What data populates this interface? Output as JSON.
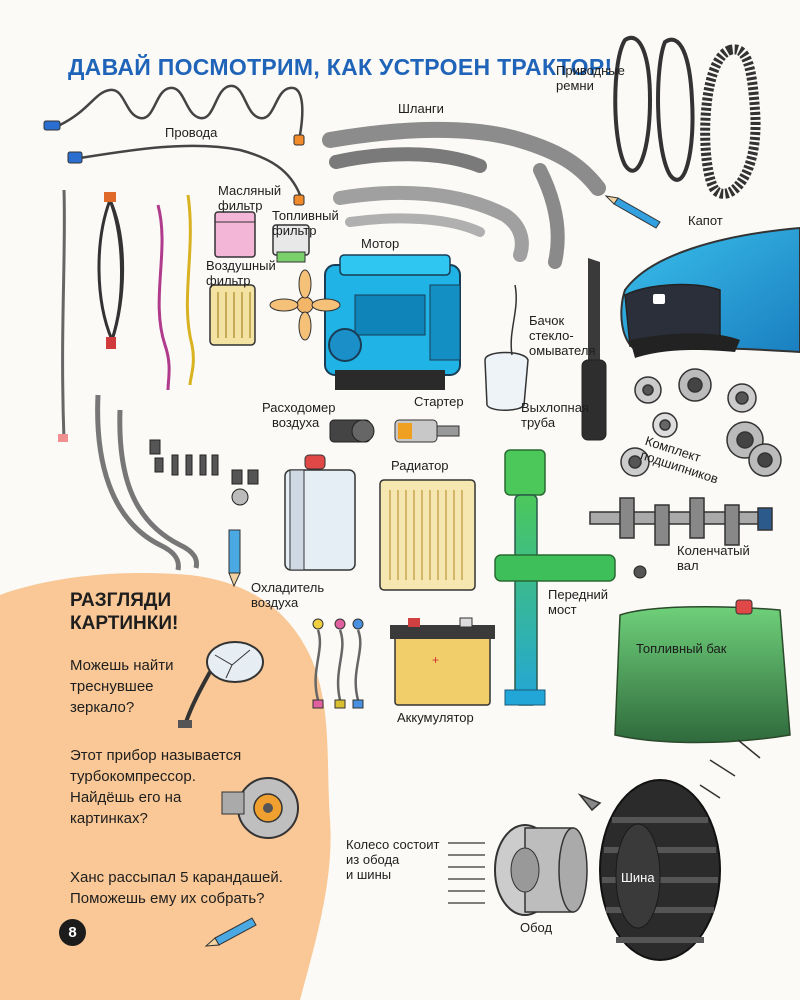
{
  "page": {
    "title": "ДАВАЙ ПОСМОТРИМ, КАК УСТРОЕН ТРАКТОР!",
    "page_number": "8"
  },
  "labels": {
    "wires": [
      "Провода"
    ],
    "hoses": [
      "Шланги"
    ],
    "drive_belts": [
      "Приводные",
      "ремни"
    ],
    "oil_filter": [
      "Масляный",
      "фильтр"
    ],
    "fuel_filter": [
      "Топливный",
      "фильтр"
    ],
    "engine": [
      "Мотор"
    ],
    "hood": [
      "Капот"
    ],
    "air_filter": [
      "Воздушный",
      "фильтр"
    ],
    "washer_tank": [
      "Бачок",
      "стекло-",
      "омывателя"
    ],
    "exhaust_pipe": [
      "Выхлопная",
      "труба"
    ],
    "airflow_meter": [
      "Расходомер",
      "воздуха"
    ],
    "starter": [
      "Стартер"
    ],
    "bearings": [
      "Комплект",
      "подшипников"
    ],
    "radiator": [
      "Радиатор"
    ],
    "crankshaft": [
      "Коленчатый",
      "вал"
    ],
    "intercooler": [
      "Охладитель",
      "воздуха"
    ],
    "front_axle": [
      "Передний",
      "мост"
    ],
    "fuel_tank": [
      "Топливный бак"
    ],
    "battery": [
      "Аккумулятор"
    ],
    "wheel": [
      "Колесо состоит",
      "из обода",
      "и шины"
    ],
    "tire": [
      "Шина"
    ],
    "rim": [
      "Обод"
    ]
  },
  "panel": {
    "heading": [
      "РАЗГЛЯДИ",
      "КАРТИНКИ!"
    ],
    "questions": [
      [
        "Можешь найти",
        "треснувшее",
        "зеркало?"
      ],
      [
        "Этот прибор называется",
        "турбокомпрессор.",
        "Найдёшь его на",
        "картинках?"
      ],
      [
        "Ханс рассыпал 5 карандашей.",
        "Поможешь ему их собрать?"
      ]
    ]
  },
  "colors": {
    "title_blue": "#1f64b8",
    "panel_peach": "#f9c896",
    "engine_cyan": "#1fb3e6",
    "axle_green": "#3fbf5a",
    "tank_green": "#5cc46e",
    "hood_blue": "#1aa3dc"
  }
}
